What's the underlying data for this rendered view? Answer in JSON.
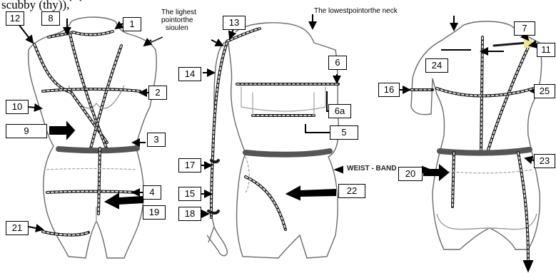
{
  "top_text": "scubby (thy)),⌒",
  "annotations": {
    "highest_point_line1": "The lighest",
    "highest_point_line2": "pointorthe",
    "highest_point_line3": "sioulen",
    "lowest_point": "The lowestpointorthe neck",
    "weist_band": "WEIST - BAND"
  },
  "markers": {
    "m1": "1",
    "m2": "2",
    "m3": "3",
    "m4": "4",
    "m5": "5",
    "m6": "6",
    "m6a": "6a",
    "m7": "7",
    "m8": "8",
    "m9": "9",
    "m10": "10",
    "m11": "11",
    "m12": "12",
    "m13": "13",
    "m14": "14",
    "m15": "15",
    "m16": "16",
    "m17": "17",
    "m18": "18",
    "m19": "19",
    "m20": "20",
    "m21": "21",
    "m22": "22",
    "m23": "23",
    "m24": "24",
    "m25": "25"
  },
  "colors": {
    "tape": "#1a1a1a",
    "tape_dash": "#ffffff",
    "band": "#707070",
    "body_stroke": "#6a6a6a",
    "dotted": "#909090"
  }
}
